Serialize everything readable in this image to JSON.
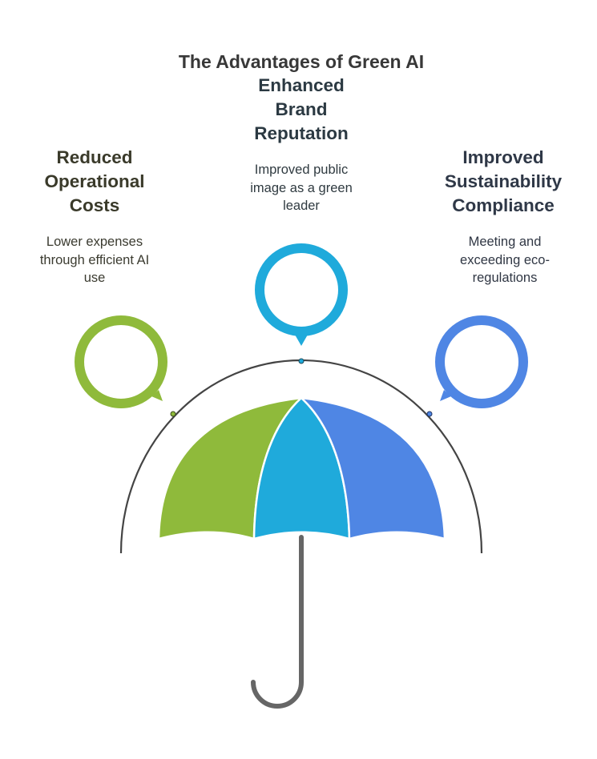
{
  "title": "The Advantages of Green AI",
  "colors": {
    "green": "#8fba3b",
    "cyan": "#1faadb",
    "blue": "#4f86e4",
    "arc": "#444444",
    "handle": "#666666"
  },
  "items": [
    {
      "heading": "Reduced Operational Costs",
      "heading_lines": [
        "Reduced",
        "Operational",
        "Costs"
      ],
      "description_lines": [
        "Lower expenses",
        "through efficient AI",
        "use"
      ],
      "color": "#8fba3b"
    },
    {
      "heading": "Enhanced Brand Reputation",
      "heading_lines": [
        "Enhanced",
        "Brand",
        "Reputation"
      ],
      "description_lines": [
        "Improved public",
        "image as a green",
        "leader"
      ],
      "color": "#1faadb"
    },
    {
      "heading": "Improved Sustainability Compliance",
      "heading_lines": [
        "Improved",
        "Sustainability",
        "Compliance"
      ],
      "description_lines": [
        "Meeting and",
        "exceeding eco-",
        "regulations"
      ],
      "color": "#4f86e4"
    }
  ]
}
